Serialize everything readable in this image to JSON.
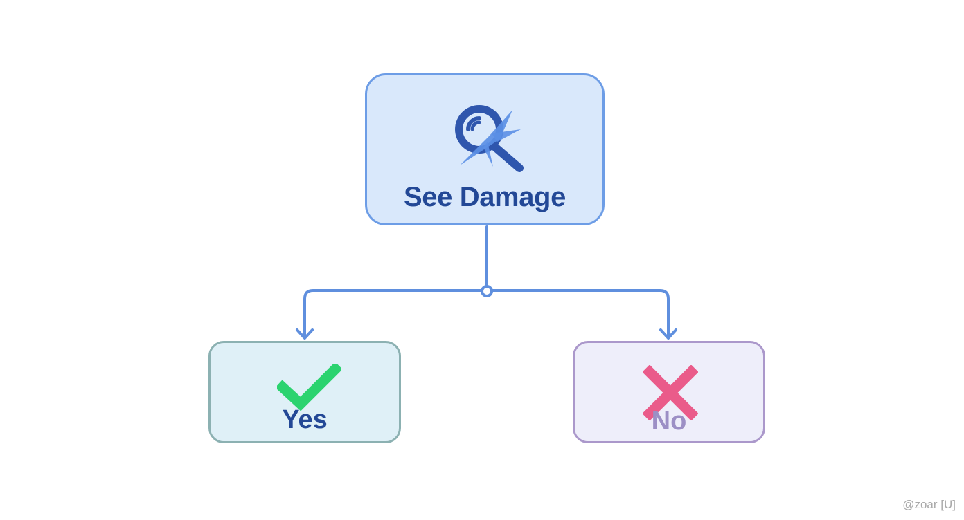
{
  "diagram": {
    "root": {
      "label": "See Damage",
      "icon": "magnifying-glass-icon",
      "fill": "#d9e8fb",
      "border": "#6d9de6"
    },
    "yes": {
      "label": "Yes",
      "icon": "checkmark-icon",
      "icon_color": "#2bd36f",
      "fill": "#dff0f7",
      "border": "#8cb1b2"
    },
    "no": {
      "label": "No",
      "icon": "cross-icon",
      "icon_color": "#ea5b8a",
      "fill": "#eeeefa",
      "border": "#ab98cb"
    },
    "connector_color": "#5f8fde"
  },
  "watermark": "@zoar [U]"
}
